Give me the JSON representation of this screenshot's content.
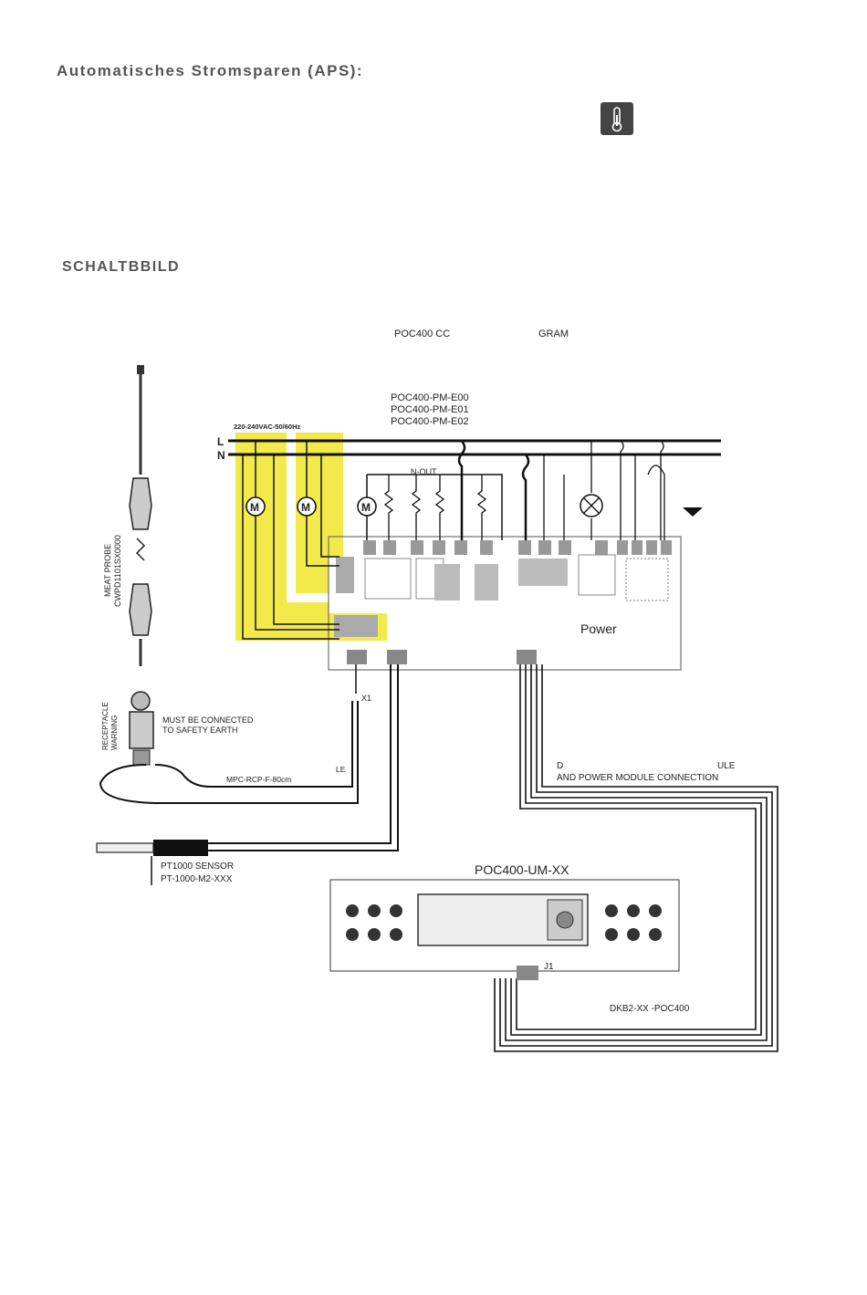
{
  "page": {
    "heading_aps": "Automatisches Stromsparen (APS):",
    "heading_schaltbild": "SCHALTBBILD"
  },
  "icons": {
    "thermometer": "thermometer-icon",
    "ground": "ground-icon",
    "lamp": "lamp-icon",
    "motor": "motor-icon"
  },
  "colors": {
    "highlight": "#f2ea4a",
    "wire": "#111111",
    "text": "#222222"
  },
  "diagram": {
    "title_left": "POC400 CC",
    "title_right": "GRAM",
    "power_module": [
      "POC400-PM-E00",
      "POC400-PM-E01",
      "POC400-PM-E02"
    ],
    "supply": "220-240VAC-50/60Hz",
    "line_l": "L",
    "line_n": "N",
    "n_out": "N-OUT",
    "motor": "M",
    "meat_probe_1": "MEAT PROBE",
    "meat_probe_2": "CWPD1101SX0000",
    "receptacle_1": "RECEPTACLE",
    "receptacle_2": "WARNING",
    "must_connect_1": "MUST BE CONNECTED",
    "must_connect_2": "TO SAFETY EARTH",
    "mpc_cable": "MPC-RCP-F-80cm",
    "le": "LE",
    "x1": "X1",
    "pt1000_1": "PT1000 SENSOR",
    "pt1000_2": "PT-1000-M2-XXX",
    "data_conn_1": "D",
    "data_conn_2": "AND POWER MODULE CONNECTION",
    "data_conn_3": "ULE",
    "ui_module": "POC400-UM-XX",
    "j1": "J1",
    "cable": "DKB2-XX -POC400",
    "power_label": "Power"
  }
}
